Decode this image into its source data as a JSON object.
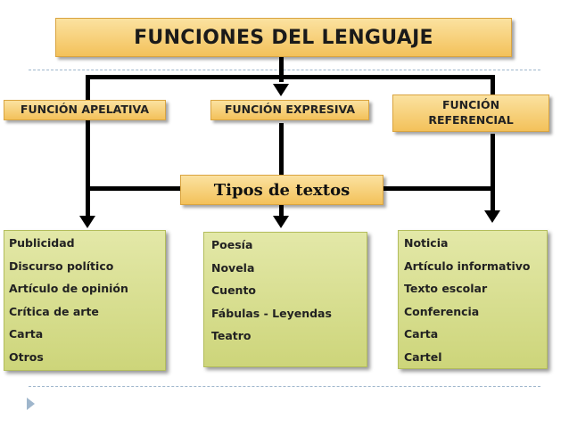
{
  "title": "FUNCIONES DEL LENGUAJE",
  "functions": {
    "apelativa": "FUNCIÓN APELATIVA",
    "expresiva": "FUNCIÓN EXPRESIVA",
    "referencial_line1": "FUNCIÓN",
    "referencial_line2": "REFERENCIAL"
  },
  "tipos": "Tipos de textos",
  "lists": {
    "apelativa": [
      "Publicidad",
      "Discurso político",
      "Artículo de opinión",
      "Crítica de arte",
      "Carta",
      "Otros"
    ],
    "expresiva": [
      "Poesía",
      "Novela",
      "Cuento",
      "Fábulas - Leyendas",
      "Teatro"
    ],
    "referencial": [
      "Noticia",
      "Artículo informativo",
      "Texto escolar",
      "Conferencia",
      "Carta",
      "Cartel"
    ]
  },
  "colors": {
    "orange_box": "#f3c15a",
    "green_box": "#cdd57a",
    "dotted_line": "#9fb6cc"
  }
}
